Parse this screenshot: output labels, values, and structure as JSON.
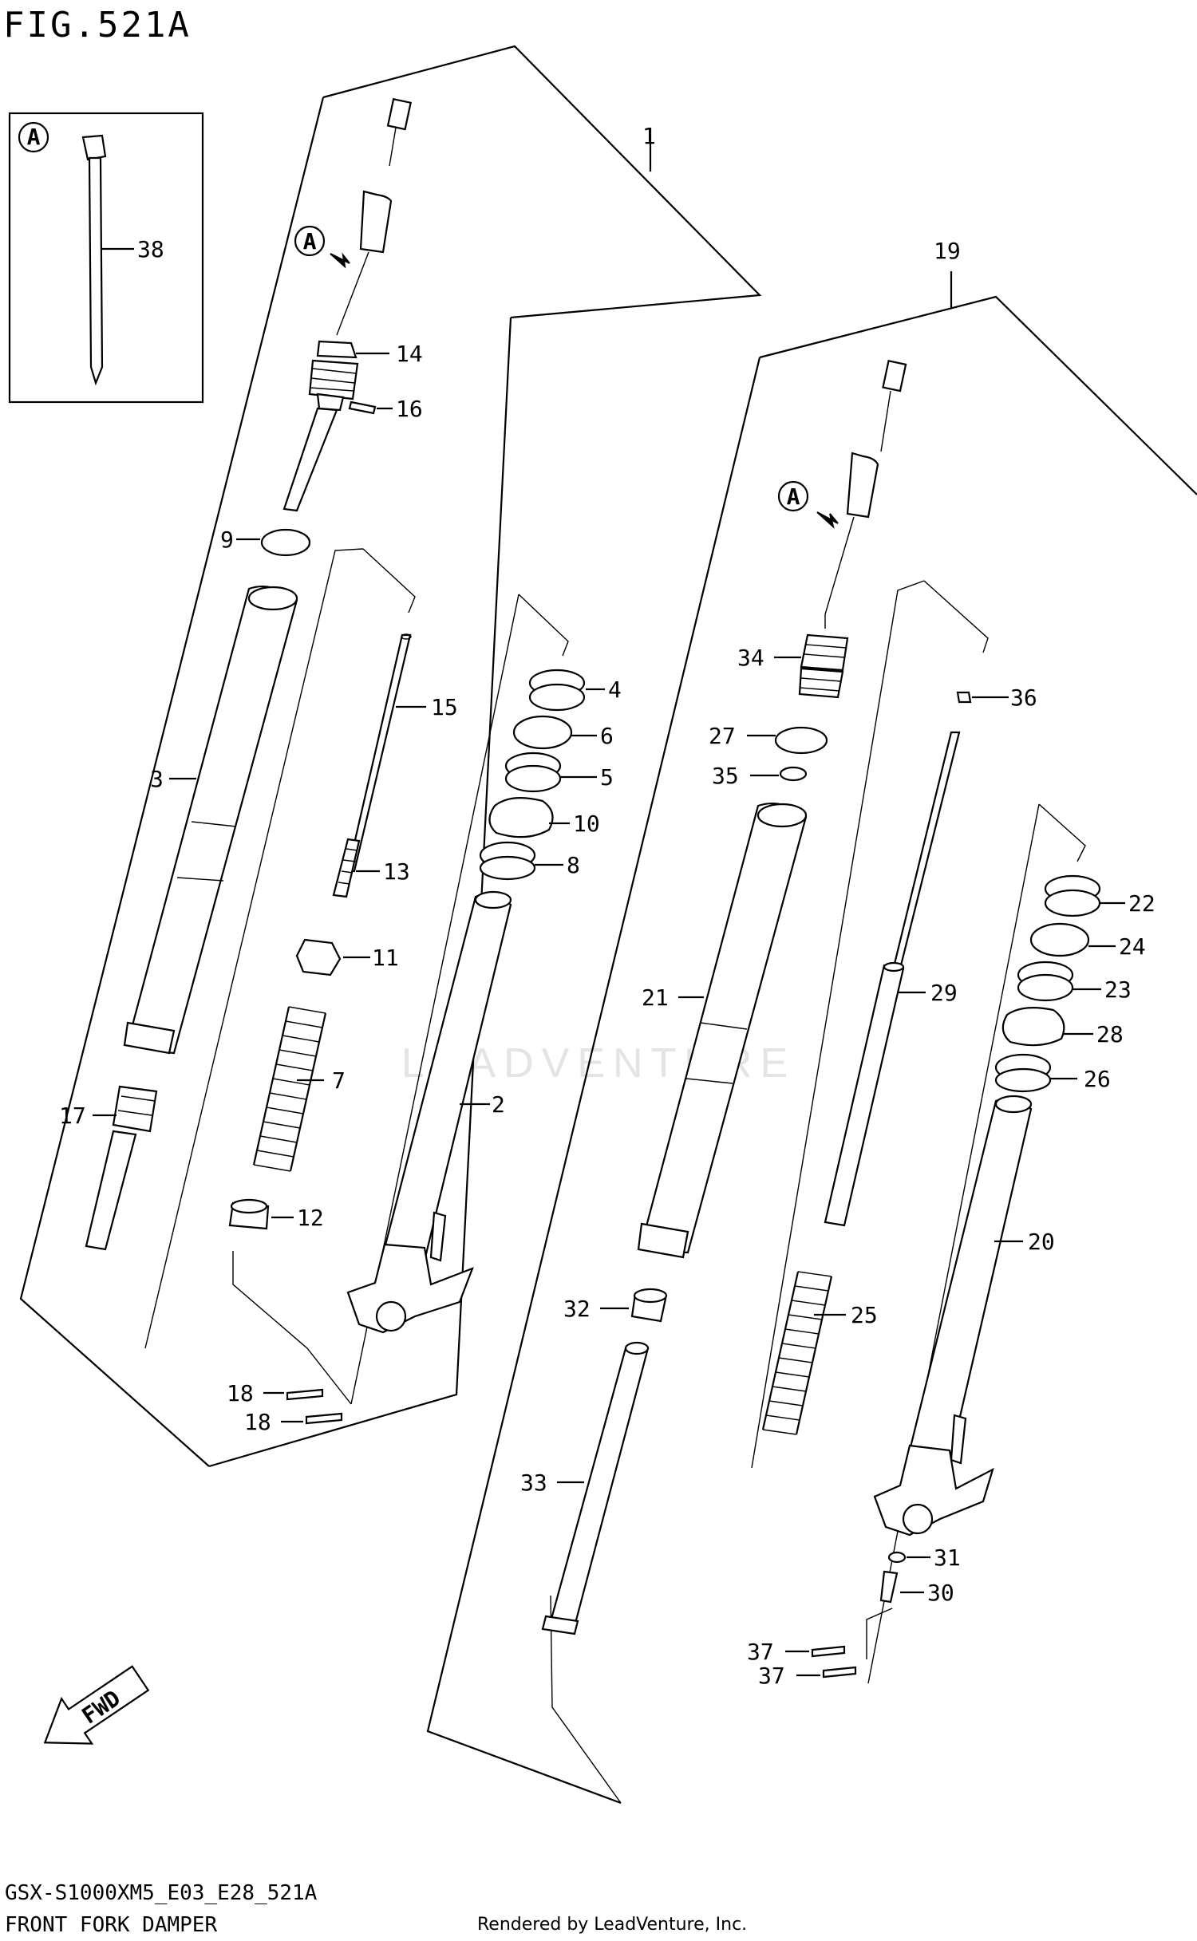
{
  "figure_title": "FIG.521A",
  "model_code": "GSX-S1000XM5_E03_E28_521A",
  "section_name": "FRONT FORK DAMPER",
  "credit": "Rendered by LeadVenture, Inc.",
  "watermark": "LEADVENTURE",
  "inset_marker": "A",
  "arrow_marker": "A",
  "fwd_label": "FWD",
  "callouts": {
    "p1": "1",
    "p2": "2",
    "p3": "3",
    "p4": "4",
    "p5": "5",
    "p6": "6",
    "p7": "7",
    "p8": "8",
    "p9": "9",
    "p10": "10",
    "p11": "11",
    "p12": "12",
    "p13": "13",
    "p14": "14",
    "p15": "15",
    "p16": "16",
    "p17": "17",
    "p18a": "18",
    "p18b": "18",
    "p19": "19",
    "p20": "20",
    "p21": "21",
    "p22": "22",
    "p23": "23",
    "p24": "24",
    "p25": "25",
    "p26": "26",
    "p27": "27",
    "p28": "28",
    "p29": "29",
    "p30": "30",
    "p31": "31",
    "p32": "32",
    "p33": "33",
    "p34": "34",
    "p35": "35",
    "p36": "36",
    "p37a": "37",
    "p37b": "37",
    "p38": "38"
  }
}
